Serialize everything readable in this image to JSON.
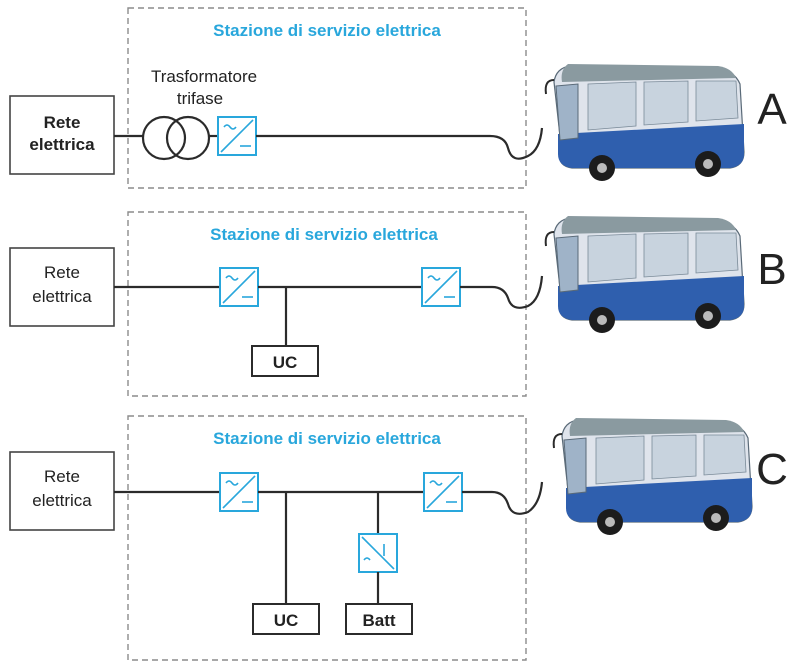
{
  "panels": [
    {
      "letter": "A",
      "station_title": "Stazione di servizio elettrica",
      "grid_label_line1": "Rete",
      "grid_label_line2": "elettrica",
      "transformer_label_line1": "Trasformatore",
      "transformer_label_line2": "trifase"
    },
    {
      "letter": "B",
      "station_title": "Stazione di servizio elettrica",
      "grid_label_line1": "Rete",
      "grid_label_line2": "elettrica",
      "storage": [
        "UC"
      ]
    },
    {
      "letter": "C",
      "station_title": "Stazione di servizio elettrica",
      "grid_label_line1": "Rete",
      "grid_label_line2": "elettrica",
      "storage": [
        "UC",
        "Batt"
      ]
    }
  ],
  "colors": {
    "converter": "#29a7dc",
    "bus_body": "#dfe4ec",
    "bus_stripe": "#2f5fae",
    "bus_roof": "#8a9aa0"
  },
  "icons": {
    "converter": "dc-converter-icon",
    "transformer": "three-phase-transformer-icon",
    "bus": "electric-bus-icon",
    "cable": "charging-cable-icon"
  }
}
